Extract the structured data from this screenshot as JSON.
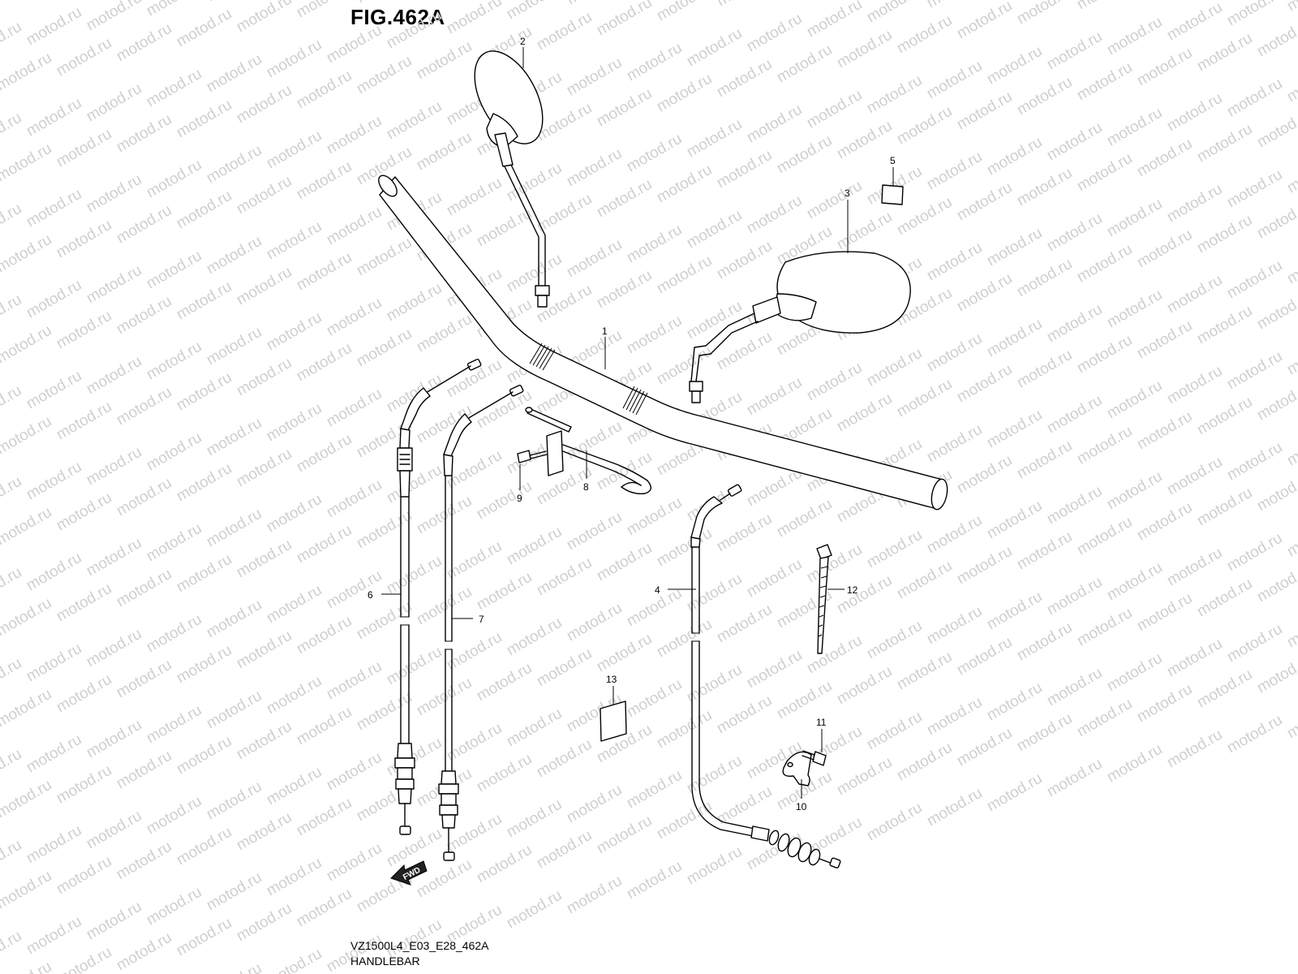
{
  "figure": {
    "title": "FIG.462A",
    "model_code": "VZ1500L4_E03_E28_462A",
    "caption": "HANDLEBAR",
    "watermark": "motod.ru",
    "fwd_label": "FWD"
  },
  "callouts": {
    "handlebar": "1",
    "mirror_left": "2",
    "mirror_right": "3",
    "clutch_cable": "4",
    "label_5": "5",
    "throttle_cable_6": "6",
    "throttle_cable_7": "7",
    "cable_guide": "8",
    "guide_bolt": "9",
    "clamp": "10",
    "clamp_bolt": "11",
    "cable_tie": "12",
    "label_13": "13"
  }
}
